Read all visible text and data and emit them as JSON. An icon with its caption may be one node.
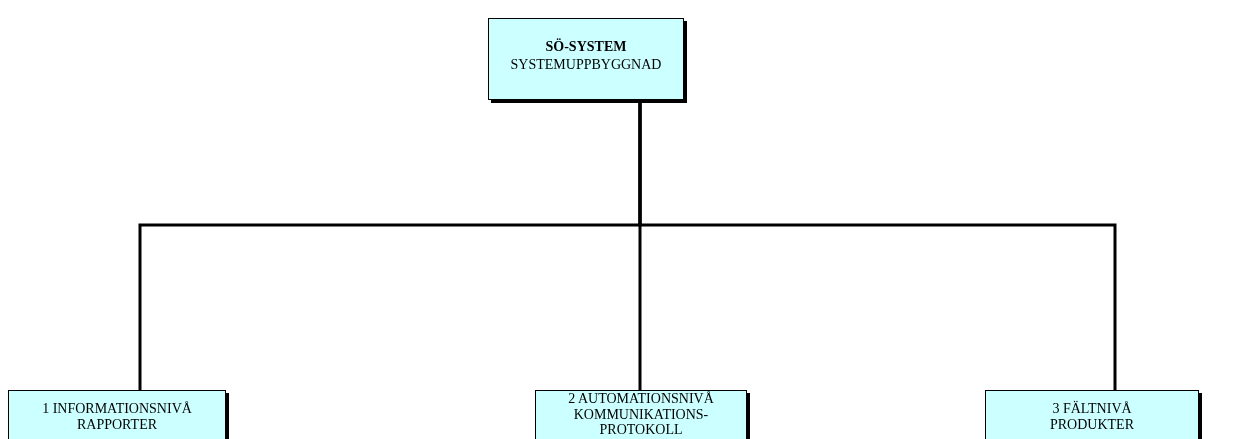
{
  "diagram": {
    "nodes": [
      {
        "text": [
          "SÖ-SYSTEM",
          "SYSTEMUPPBYGGNAD"
        ]
      },
      {
        "text": [
          "1 INFORMATIONSNIVÅ RAPPORTER"
        ]
      },
      {
        "text": [
          "2 AUTOMATIONSNIVÅ KOMMUNIKATIONS- PROTOKOLL"
        ]
      },
      {
        "text": [
          "3 FÄLTNIVÅ PRODUKTER"
        ]
      }
    ],
    "edges": [
      {
        "from": 0,
        "to": 1,
        "arrow": "none"
      },
      {
        "from": 0,
        "to": 2,
        "arrow": "none"
      },
      {
        "from": 0,
        "to": 3,
        "arrow": "none"
      }
    ]
  }
}
